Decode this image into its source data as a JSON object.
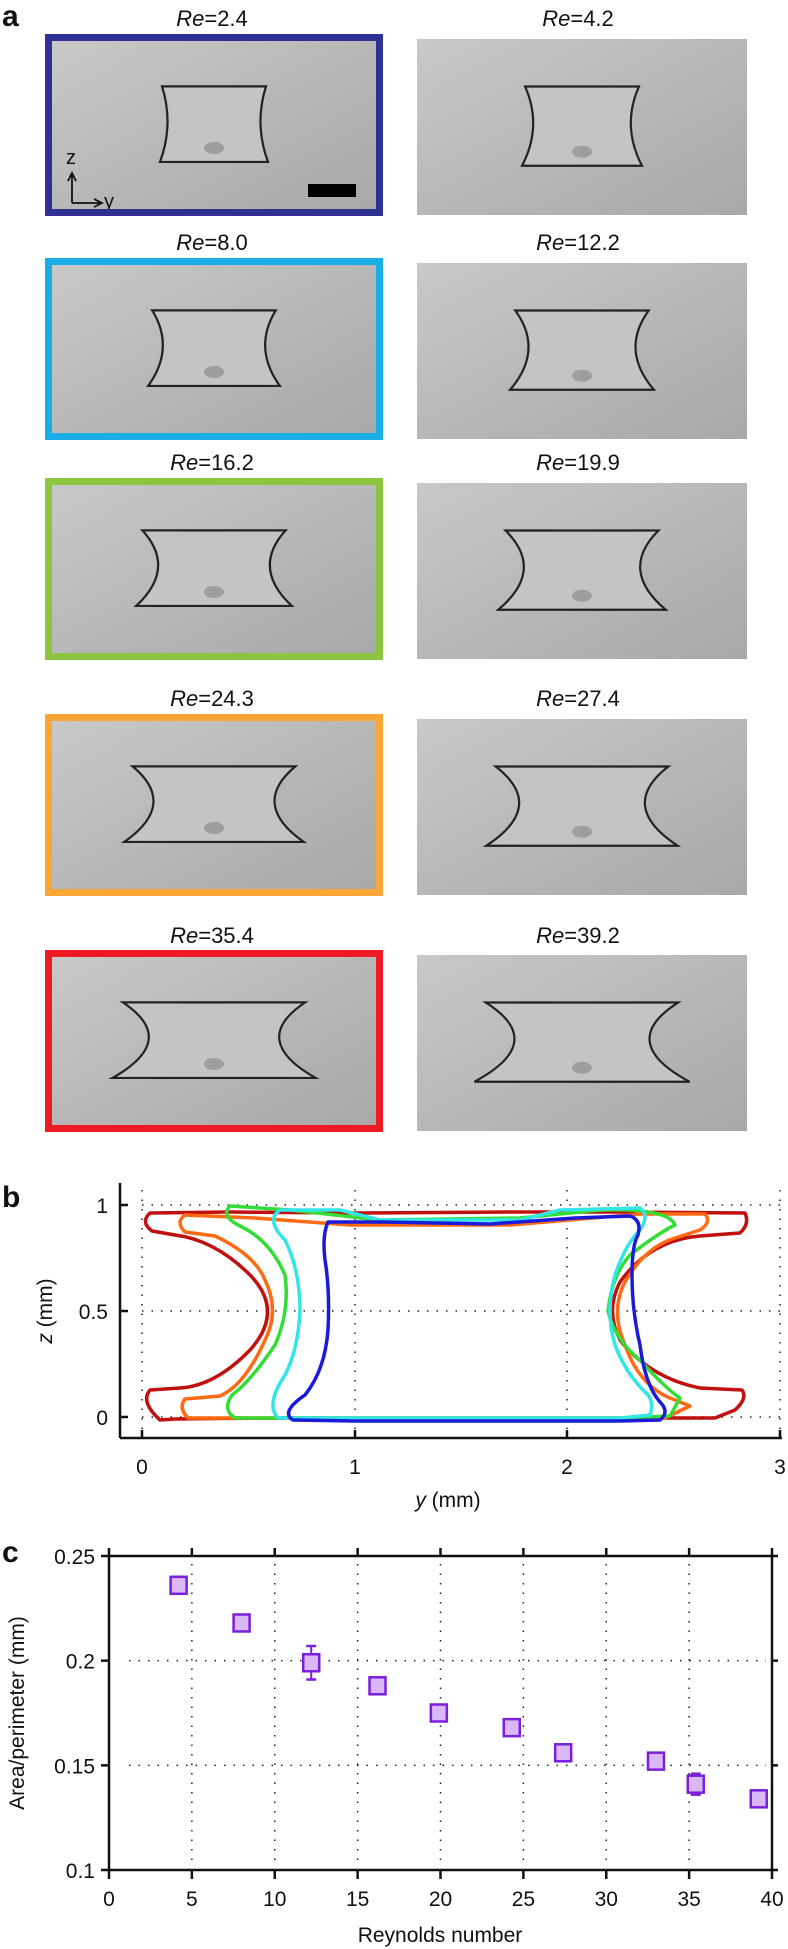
{
  "panel_a": {
    "letter": "a",
    "re_prefix": "Re",
    "photos": [
      {
        "label": "=2.4",
        "border": "#2e3192"
      },
      {
        "label": "=4.2",
        "border": null
      },
      {
        "label": "=8.0",
        "border": "#1bade6"
      },
      {
        "label": "=12.2",
        "border": null
      },
      {
        "label": "=16.2",
        "border": "#8cc63f"
      },
      {
        "label": "=19.9",
        "border": null
      },
      {
        "label": "=24.3",
        "border": "#f7a637"
      },
      {
        "label": "=27.4",
        "border": null
      },
      {
        "label": "=35.4",
        "border": "#ed1c24"
      },
      {
        "label": "=39.2",
        "border": null
      }
    ],
    "axes_indicator": {
      "z": "z",
      "y": "y"
    }
  },
  "panel_b": {
    "letter": "b"
  },
  "panel_c": {
    "letter": "c"
  },
  "chart_data": [
    {
      "type": "line",
      "title": "Cross-section contours",
      "xlabel": "y (mm)",
      "ylabel": "z (mm)",
      "xlim": [
        0,
        3
      ],
      "ylim": [
        -0.05,
        1.05
      ],
      "xticks": [
        "0",
        "1",
        "2",
        "3"
      ],
      "yticks": [
        "0",
        "0.5",
        "1"
      ],
      "grid": "dotted",
      "series": [
        {
          "name": "Re=4.2",
          "color": "#1a1adb"
        },
        {
          "name": "Re=8.0",
          "color": "#33e6e6"
        },
        {
          "name": "Re=16.2",
          "color": "#33dd33"
        },
        {
          "name": "Re=24.3",
          "color": "#ff6a13"
        },
        {
          "name": "Re=35.4",
          "color": "#c0100f"
        }
      ]
    },
    {
      "type": "scatter",
      "title": "",
      "xlabel": "Reynolds number",
      "ylabel": "Area/perimeter (mm)",
      "xlim": [
        0,
        40
      ],
      "ylim": [
        0.1,
        0.25
      ],
      "xticks": [
        "0",
        "5",
        "10",
        "15",
        "20",
        "25",
        "30",
        "35",
        "40"
      ],
      "yticks": [
        "0.1",
        "0.15",
        "0.2",
        "0.25"
      ],
      "grid": "dotted",
      "marker_color": "#7a1fdc",
      "marker_fill": "#d9b8f5",
      "x": [
        4.2,
        8.0,
        12.2,
        16.2,
        19.9,
        24.3,
        27.4,
        33.0,
        35.4,
        39.2
      ],
      "y": [
        0.236,
        0.218,
        0.199,
        0.188,
        0.175,
        0.168,
        0.156,
        0.152,
        0.141,
        0.134
      ],
      "err": [
        0.004,
        0.002,
        0.008,
        0.001,
        0.001,
        0.001,
        0.001,
        0.001,
        0.005,
        0.001
      ]
    }
  ],
  "labels": {
    "b_ylabel_var": "z",
    "b_ylabel_unit": " (mm)",
    "b_xlabel_var": "y",
    "b_xlabel_unit": " (mm)",
    "c_xlabel": "Reynolds number",
    "c_ylabel": "Area/perimeter (mm)",
    "b_xticks": [
      "0",
      "1",
      "2",
      "3"
    ],
    "b_yticks": [
      "0",
      "0.5",
      "1"
    ],
    "c_xticks": [
      "0",
      "5",
      "10",
      "15",
      "20",
      "25",
      "30",
      "35",
      "40"
    ],
    "c_yticks": [
      "0.1",
      "0.15",
      "0.2",
      "0.25"
    ]
  }
}
